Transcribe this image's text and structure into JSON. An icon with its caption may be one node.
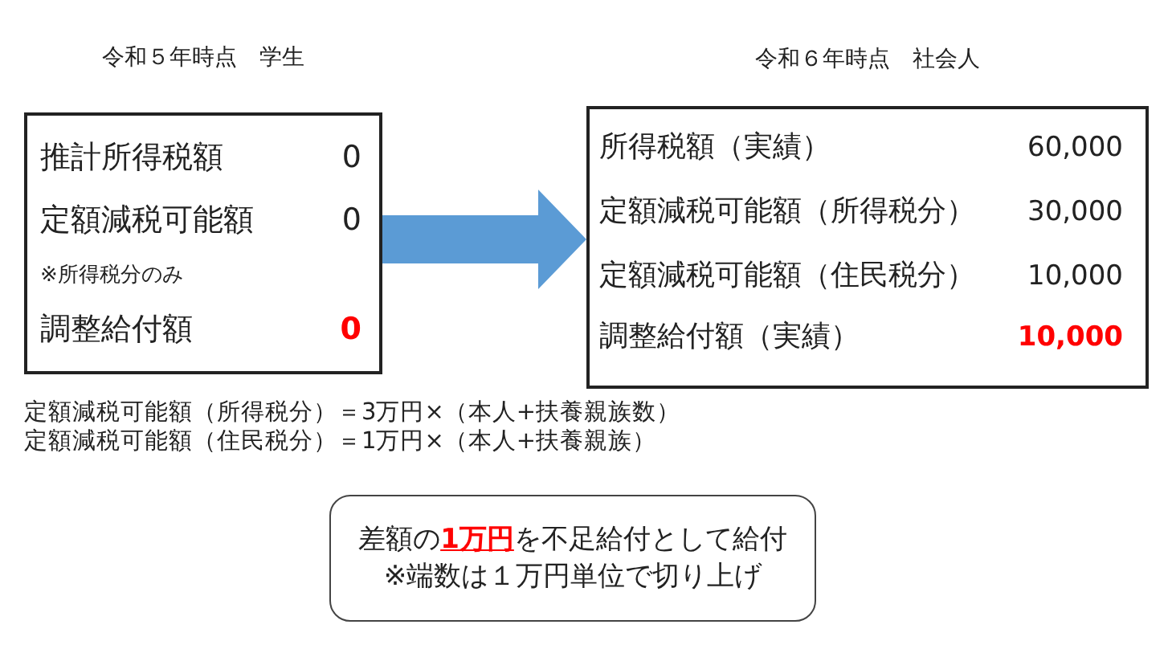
{
  "diagram": {
    "nodes": [
      {
        "text": [
          "令和５年時点　学生",
          "推計所得税額",
          "0",
          "定額減税可能額",
          "0",
          "※所得税分のみ",
          "調整給付額",
          "0"
        ]
      },
      {
        "text": [
          "令和６年時点　社会人",
          "所得税額（実績）",
          "60,000",
          "定額減税可能額（所得税分）",
          "30,000",
          "定額減税可能額（住民税分）",
          "10,000",
          "調整給付額（実績）",
          "10,000"
        ]
      },
      {
        "text": [
          "差額の**1万円**を不足給付として給付",
          "※端数は１万円単位で切り上げ"
        ]
      }
    ],
    "edges": [
      {
        "from": 0,
        "to": 1,
        "arrow": "to"
      }
    ],
    "labels": [
      "定額減税可能額（所得税分）＝3万円×（本人+扶養親族数）",
      "定額減税可能額（住民税分）＝1万円×（本人+扶養親族）"
    ]
  }
}
